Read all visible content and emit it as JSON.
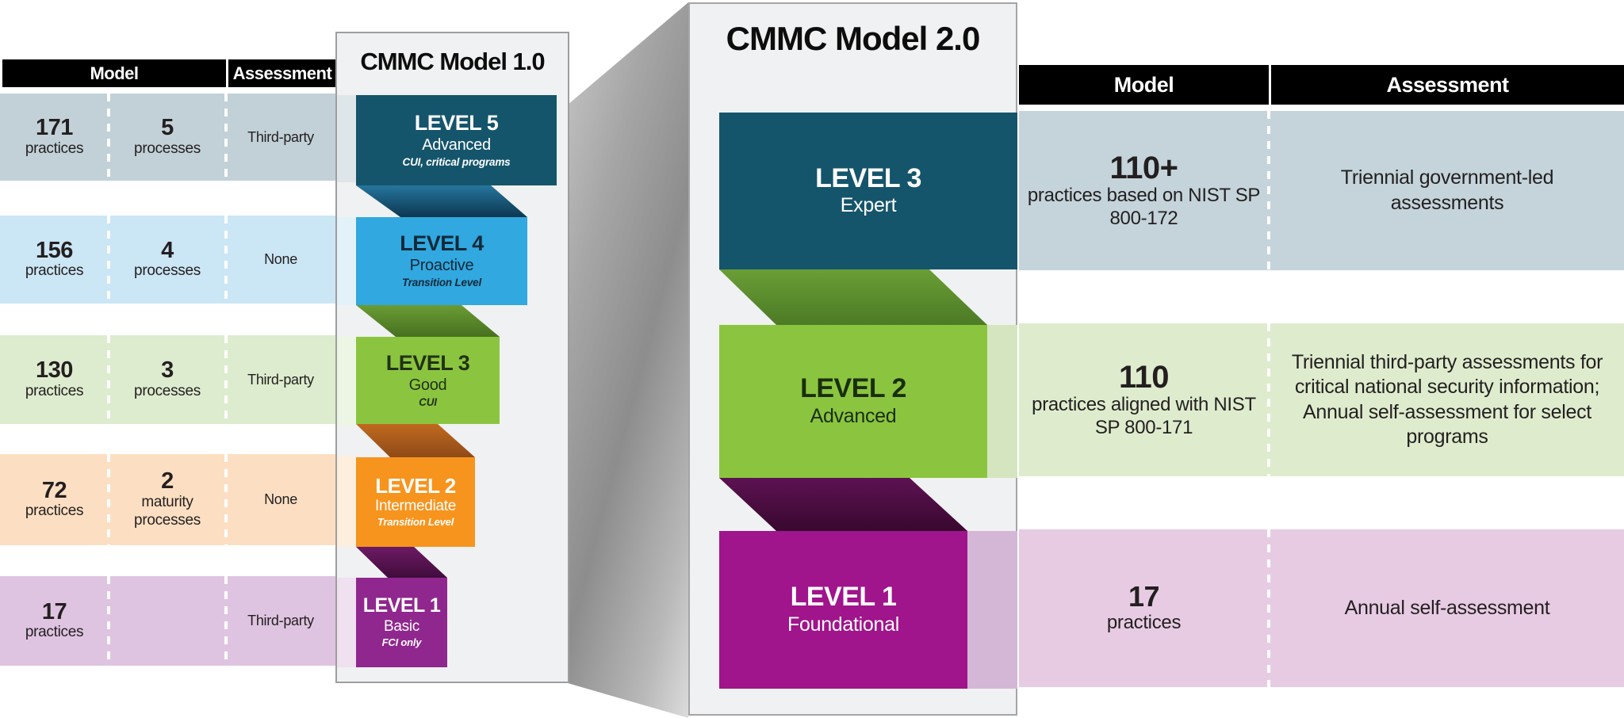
{
  "left_table": {
    "headers": {
      "model": "Model",
      "assessment": "Assessment"
    },
    "rows": [
      {
        "practices_num": "171",
        "practices_label": "practices",
        "processes_num": "5",
        "processes_label": "processes",
        "assessment": "Third-party"
      },
      {
        "practices_num": "156",
        "practices_label": "practices",
        "processes_num": "4",
        "processes_label": "processes",
        "assessment": "None"
      },
      {
        "practices_num": "130",
        "practices_label": "practices",
        "processes_num": "3",
        "processes_label": "processes",
        "assessment": "Third-party"
      },
      {
        "practices_num": "72",
        "practices_label": "practices",
        "processes_num": "2",
        "processes_label": "maturity processes",
        "assessment": "None"
      },
      {
        "practices_num": "17",
        "practices_label": "practices",
        "processes_num": "",
        "processes_label": "",
        "assessment": "Third-party"
      }
    ]
  },
  "model_1_0": {
    "title": "CMMC Model 1.0",
    "levels": [
      {
        "name": "LEVEL 5",
        "subtitle": "Advanced",
        "note": "CUI, critical programs"
      },
      {
        "name": "LEVEL 4",
        "subtitle": "Proactive",
        "note": "Transition Level"
      },
      {
        "name": "LEVEL 3",
        "subtitle": "Good",
        "note": "CUI"
      },
      {
        "name": "LEVEL 2",
        "subtitle": "Intermediate",
        "note": "Transition Level"
      },
      {
        "name": "LEVEL 1",
        "subtitle": "Basic",
        "note": "FCI only"
      }
    ]
  },
  "model_2_0": {
    "title": "CMMC Model 2.0",
    "levels": [
      {
        "name": "LEVEL 3",
        "subtitle": "Expert"
      },
      {
        "name": "LEVEL 2",
        "subtitle": "Advanced"
      },
      {
        "name": "LEVEL 1",
        "subtitle": "Foundational"
      }
    ]
  },
  "right_table": {
    "headers": {
      "model": "Model",
      "assessment": "Assessment"
    },
    "rows": [
      {
        "model_num": "110+",
        "model_text": "practices based on NIST SP 800-172",
        "assessment": "Triennial government-led assessments"
      },
      {
        "model_num": "110",
        "model_text": "practices aligned with NIST SP 800-171",
        "assessment": "Triennial third-party assessments for critical national security information; Annual self-assessment for select programs"
      },
      {
        "model_num": "17",
        "model_text": "practices",
        "assessment": "Annual self-assessment"
      }
    ]
  },
  "colors": {
    "teal": "#15556c",
    "blue": "#31a8df",
    "green": "#8bc540",
    "orange": "#f7941e",
    "purple_1_0": "#90278e",
    "magenta_2_0": "#a0148c",
    "row_grayblue": "#c2d1d7",
    "row_lightblue": "#cbe6f5",
    "row_lightgreen": "#ddecce",
    "row_peach": "#fcdfc2",
    "row_lavender": "#dfc4e1",
    "header_black": "#000000"
  }
}
